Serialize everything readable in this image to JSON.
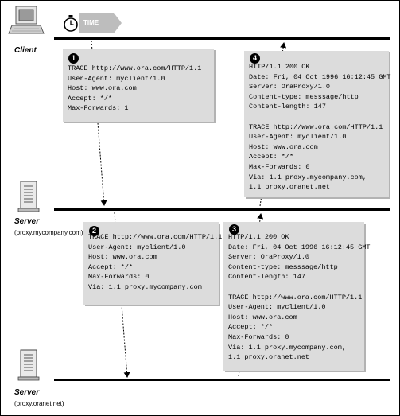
{
  "time_label": "TIME",
  "nodes": {
    "client": {
      "label": "Client"
    },
    "server1": {
      "label": "Server",
      "sublabel": "(proxy.mycompany.com)"
    },
    "server2": {
      "label": "Server",
      "sublabel": "(proxy.oranet.net)"
    }
  },
  "boxes": [
    {
      "number": "1",
      "lines": [
        "TRACE http://www.ora.com/HTTP/1.1",
        "User-Agent: myclient/1.0",
        "Host: www.ora.com",
        "Accept: */*",
        "Max-Forwards: 1"
      ]
    },
    {
      "number": "2",
      "lines": [
        "TRACE http://www.ora.com/HTTP/1.1",
        "User-Agent: myclient/1.0",
        "Host: www.ora.com",
        "Accept: */*",
        "Max-Forwards: 0",
        "Via: 1.1 proxy.mycompany.com"
      ]
    },
    {
      "number": "3",
      "lines": [
        "HTTP/1.1 200 OK",
        "Date: Fri, 04 Oct 1996 16:12:45 GMT",
        "Server: OraProxy/1.0",
        "Content-type: messsage/http",
        "Content-length: 147",
        "",
        "TRACE http://www.ora.com/HTTP/1.1",
        "User-Agent: myclient/1.0",
        "Host: www.ora.com",
        "Accept: */*",
        "Max-Forwards: 0",
        "Via: 1.1 proxy.mycompany.com,",
        "1.1 proxy.oranet.net"
      ]
    },
    {
      "number": "4",
      "lines": [
        "HTTP/1.1 200 OK",
        "Date: Fri, 04 Oct 1996 16:12:45 GMT",
        "Server: OraProxy/1.0",
        "Content-type: messsage/http",
        "Content-length: 147",
        "",
        "TRACE http://www.ora.com/HTTP/1.1",
        "User-Agent: myclient/1.0",
        "Host: www.ora.com",
        "Accept: */*",
        "Max-Forwards: 0",
        "Via: 1.1 proxy.mycompany.com,",
        "1.1 proxy.oranet.net"
      ]
    }
  ]
}
